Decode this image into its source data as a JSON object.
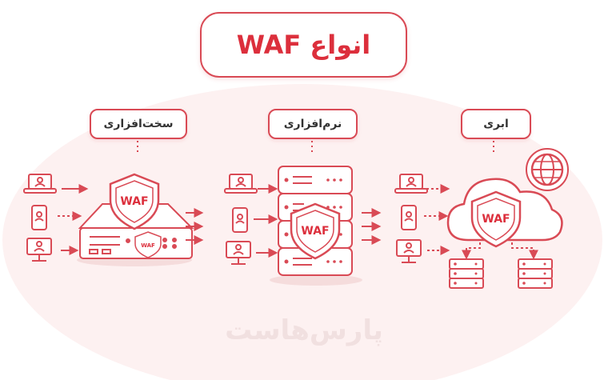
{
  "title": "انواع WAF",
  "categories": {
    "hardware": {
      "label": "سخت‌افزاری",
      "badge": "WAF",
      "device_badge": "WAF"
    },
    "software": {
      "label": "نرم‌افزاری",
      "badge": "WAF"
    },
    "cloud": {
      "label": "ابری",
      "badge": "WAF"
    }
  },
  "watermark": "پارس‌هاست",
  "colors": {
    "accent": "#dc2f3c",
    "stroke": "#d94a55",
    "background_blob": "#fdf1f1"
  },
  "icons": [
    "laptop-icon",
    "phone-icon",
    "desktop-icon",
    "shield-icon",
    "server-rack-icon",
    "cloud-icon",
    "globe-icon",
    "arrow-icon"
  ]
}
